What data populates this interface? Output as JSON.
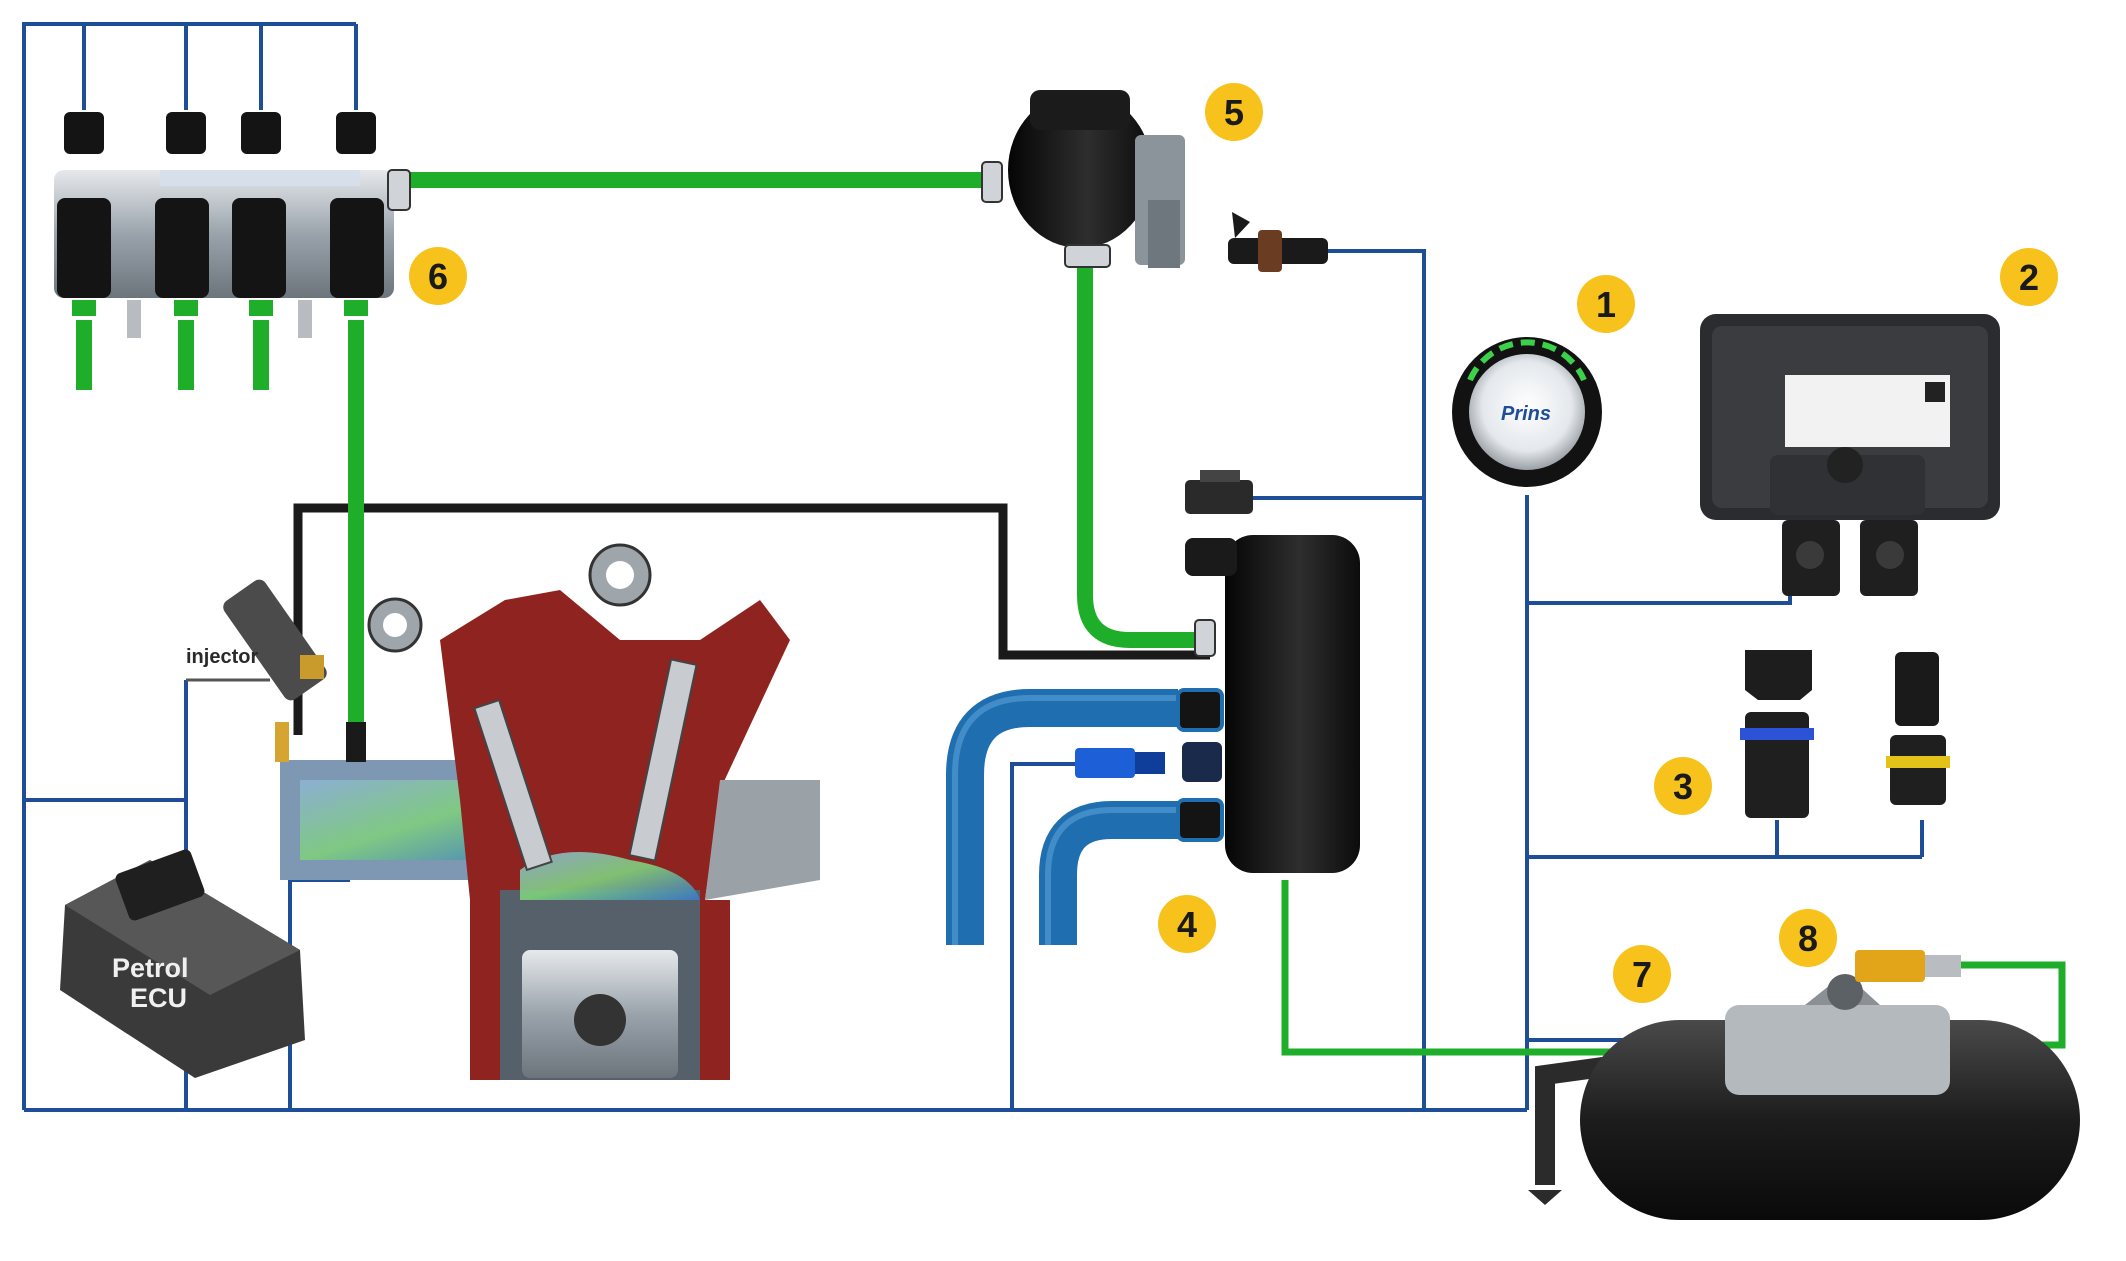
{
  "diagram": {
    "labels": {
      "injector": "injector",
      "petrol_ecu_line1": "Petrol",
      "petrol_ecu_line2": "ECU",
      "switch_brand": "Prins"
    },
    "badges": [
      "1",
      "2",
      "3",
      "4",
      "5",
      "6",
      "7",
      "8"
    ],
    "colors": {
      "wire": "#1f4e99",
      "gas_hose": "#1fae2a",
      "coolant_hose": "#1f6fb0",
      "vacuum_hose": "#1a1a1a",
      "badge": "#f7c21b",
      "engine_block": "#8e2320",
      "component_dark": "#1c1c1c"
    },
    "icons": [
      "injector-rail-icon",
      "filter-icon",
      "reducer-icon",
      "switch-icon",
      "lpg-ecu-icon",
      "connector-icon",
      "lpg-tank-icon",
      "sensor-icon",
      "petrol-ecu-icon",
      "engine-cutaway-icon"
    ]
  }
}
